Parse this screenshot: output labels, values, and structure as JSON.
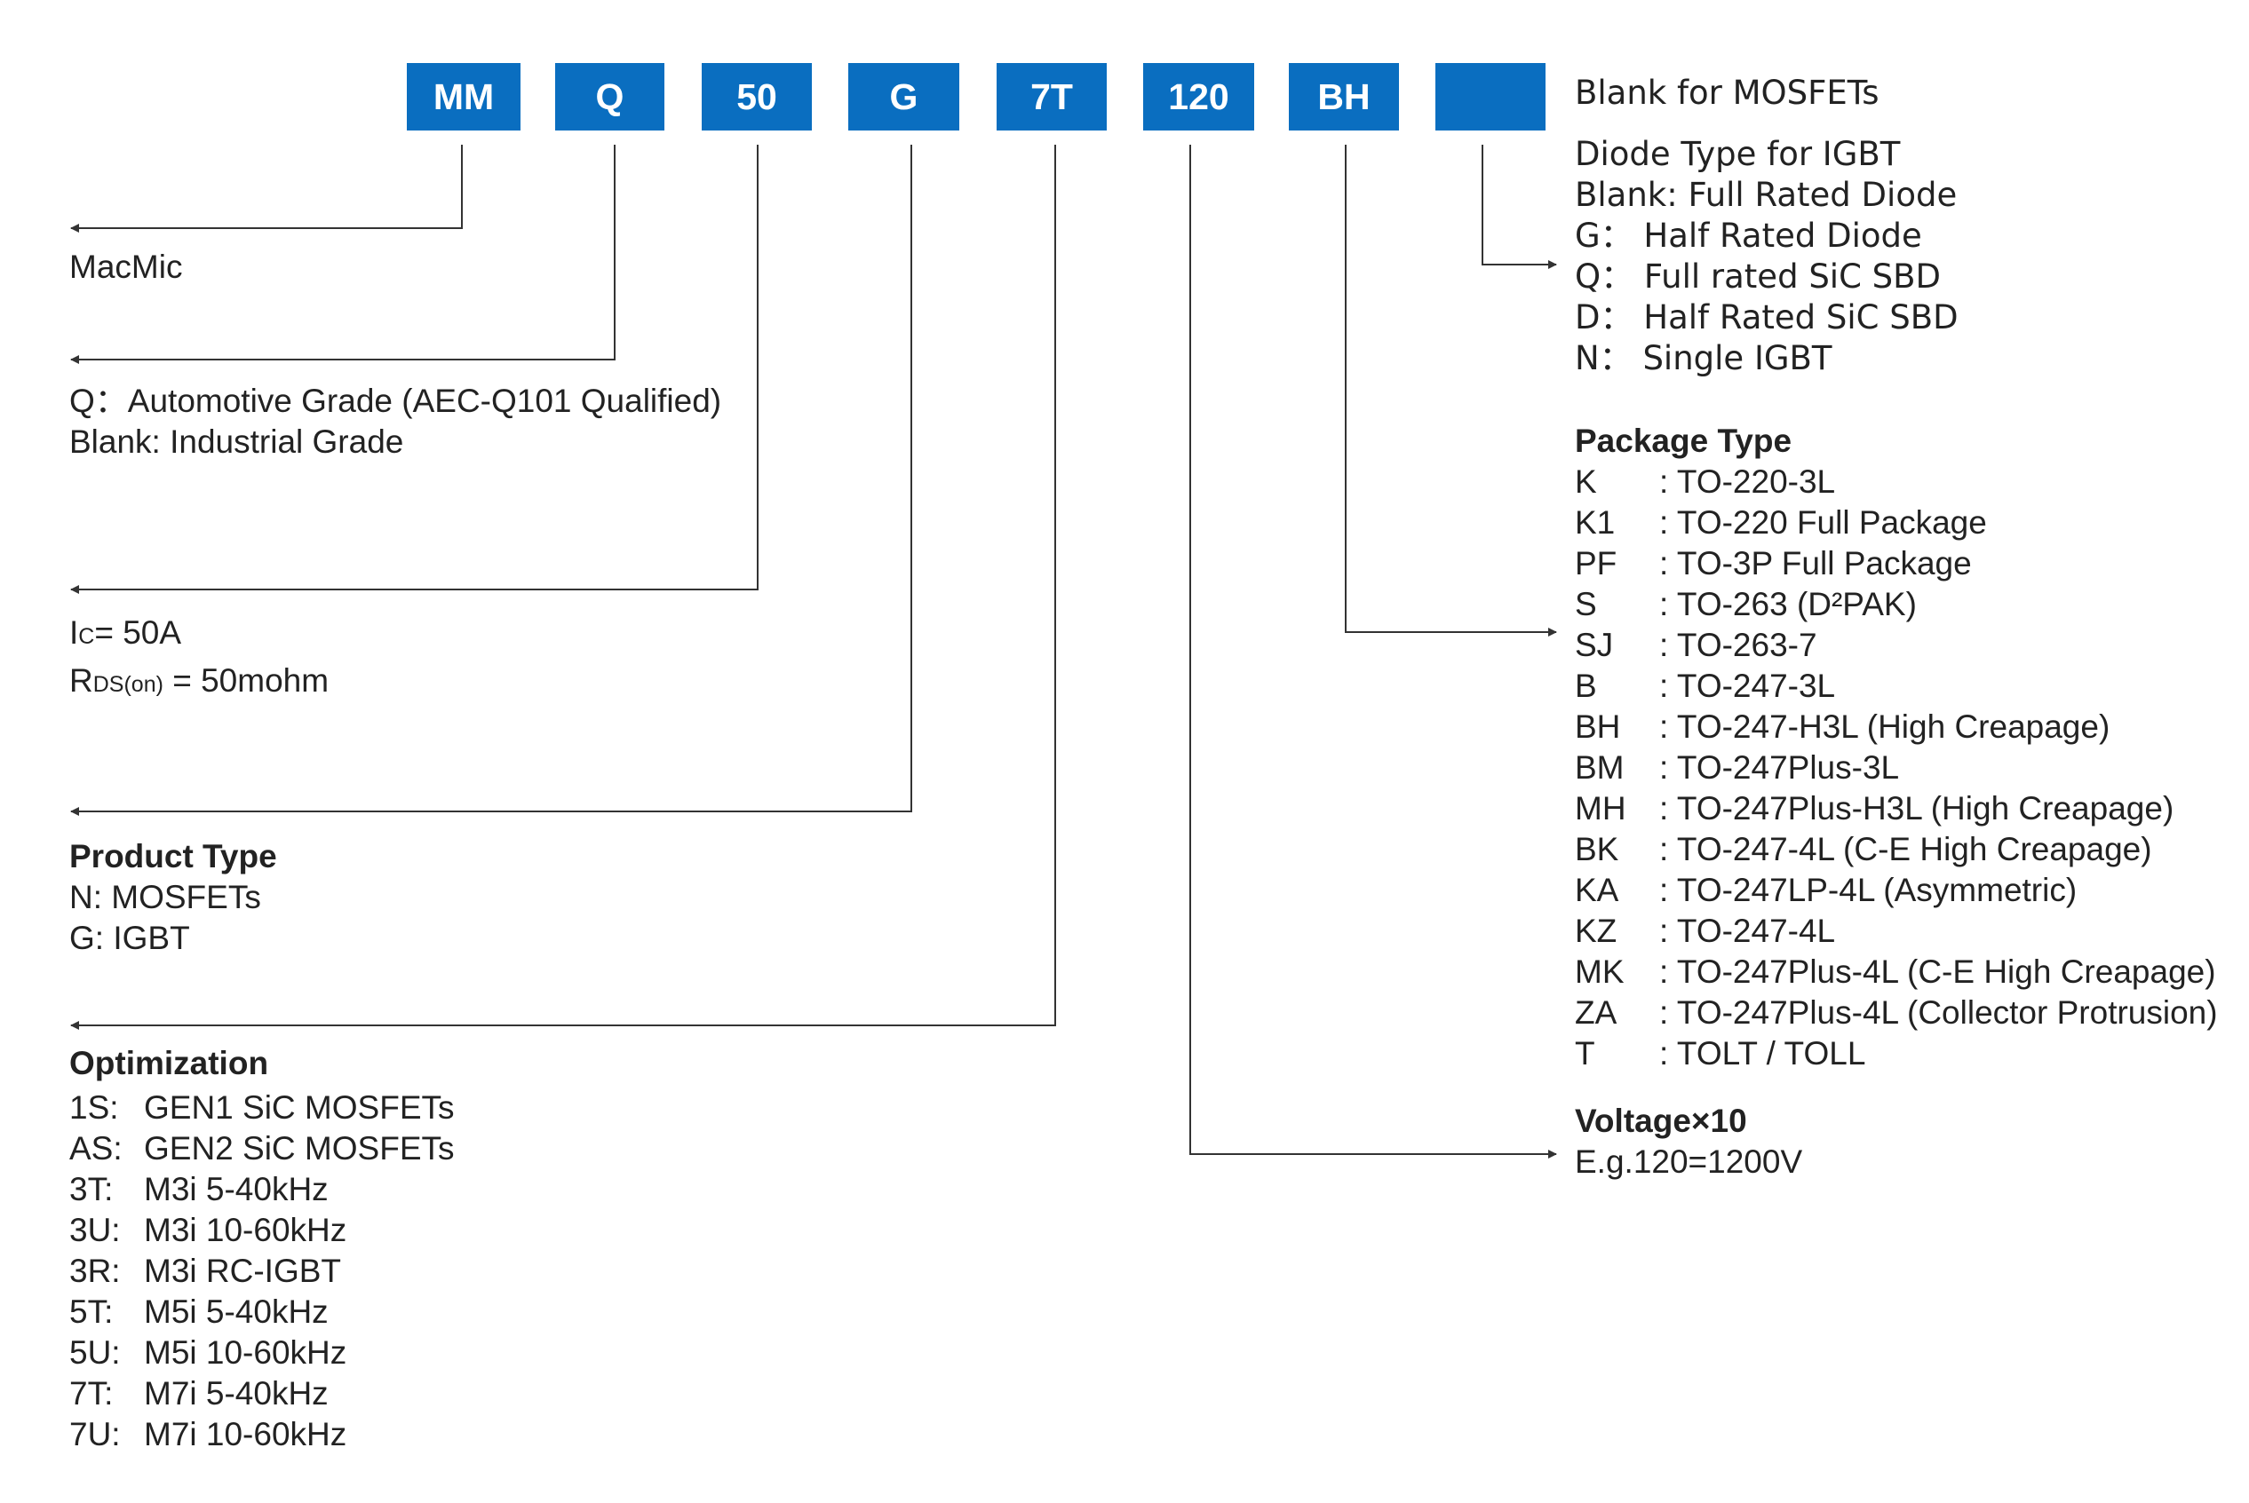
{
  "codes": [
    "MM",
    "Q",
    "50",
    "G",
    "7T",
    "120",
    "BH",
    ""
  ],
  "colors": {
    "box": "#0a6ec0",
    "box_text": "#ffffff",
    "text": "#222222",
    "line": "#333333"
  },
  "macmic": {
    "text": "MacMic"
  },
  "grade": {
    "q": "Q：Automotive Grade (AEC-Q101 Qualified)",
    "blank": "Blank: Industrial Grade"
  },
  "rating": {
    "ic_main": "I",
    "ic_sub": "C",
    "ic_rest": "= 50A",
    "rds_main": "R",
    "rds_sub": "DS(on)",
    "rds_rest": " = 50mohm"
  },
  "product": {
    "title": "Product Type",
    "items": [
      "N: MOSFETs",
      "G: IGBT"
    ]
  },
  "optimization": {
    "title": "Optimization",
    "items": [
      {
        "code": "1S:",
        "desc": "GEN1 SiC MOSFETs"
      },
      {
        "code": "AS:",
        "desc": "GEN2 SiC MOSFETs"
      },
      {
        "code": "3T:",
        "desc": "M3i 5-40kHz"
      },
      {
        "code": "3U:",
        "desc": "M3i 10-60kHz"
      },
      {
        "code": "3R:",
        "desc": "M3i RC-IGBT"
      },
      {
        "code": "5T:",
        "desc": "M5i 5-40kHz"
      },
      {
        "code": "5U:",
        "desc": "M5i 10-60kHz"
      },
      {
        "code": "7T:",
        "desc": "M7i 5-40kHz"
      },
      {
        "code": "7U:",
        "desc": "M7i 10-60kHz"
      }
    ]
  },
  "diode": {
    "blank_mosfet": "Blank for MOSFETs",
    "title": "Diode Type for IGBT",
    "items": [
      "Blank: Full Rated Diode",
      "G： Half Rated Diode",
      "Q： Full rated SiC SBD",
      "D： Half Rated SiC SBD",
      "N： Single IGBT"
    ]
  },
  "package": {
    "title": "Package Type",
    "items": [
      {
        "code": "K",
        "desc": ": TO-220-3L"
      },
      {
        "code": "K1",
        "desc": ": TO-220 Full Package"
      },
      {
        "code": "PF",
        "desc": ": TO-3P Full Package"
      },
      {
        "code": "S",
        "desc": ": TO-263 (D²PAK)"
      },
      {
        "code": "SJ",
        "desc": ": TO-263-7"
      },
      {
        "code": "B",
        "desc": ": TO-247-3L"
      },
      {
        "code": "BH",
        "desc": ": TO-247-H3L (High Creapage)"
      },
      {
        "code": "BM",
        "desc": ": TO-247Plus-3L"
      },
      {
        "code": "MH",
        "desc": ": TO-247Plus-H3L (High Creapage)"
      },
      {
        "code": "BK",
        "desc": ": TO-247-4L (C-E High Creapage)"
      },
      {
        "code": "KA",
        "desc": ": TO-247LP-4L (Asymmetric)"
      },
      {
        "code": "KZ",
        "desc": ": TO-247-4L"
      },
      {
        "code": "MK",
        "desc": ": TO-247Plus-4L (C-E High Creapage)"
      },
      {
        "code": "ZA",
        "desc": ": TO-247Plus-4L (Collector Protrusion)"
      },
      {
        "code": "T",
        "desc": ": TOLT / TOLL"
      }
    ]
  },
  "voltage": {
    "title": "Voltage×10",
    "example": "E.g.120=1200V"
  }
}
